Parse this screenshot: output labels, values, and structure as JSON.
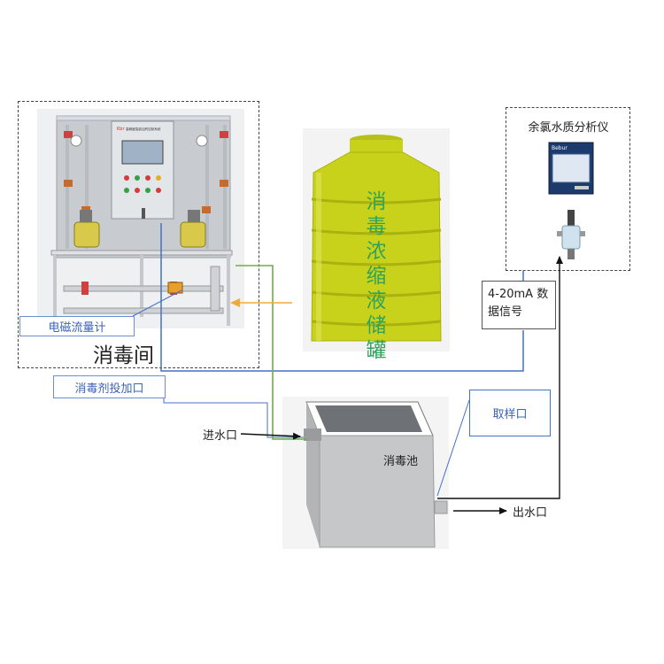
{
  "labels": {
    "disinfection_room": "消毒间",
    "flow_meter": "电磁流量计",
    "dosing_inlet": "消毒剂投加口",
    "concentrate_tank": [
      "消",
      "毒",
      "浓",
      "缩",
      "液",
      "储",
      "罐"
    ],
    "analyzer": "余氯水质分析仪",
    "signal": "4-20mA 数据信号",
    "sampling_port": "取样口",
    "water_inlet": "进水口",
    "disinfection_pool": "消毒池",
    "water_outlet": "出水口"
  },
  "cabinet": {
    "panel_title": "高精度智能加药控制系统",
    "logo": "Kbr"
  },
  "analyzer_device": {
    "brand": "Bebur"
  },
  "colors": {
    "blue_line": "#4472c4",
    "green_line": "#70ad47",
    "orange_arrow": "#f2a93b",
    "tank_yellow": "#c9d21a",
    "tank_text": "#2fa35a",
    "arrow_black": "#111111"
  }
}
